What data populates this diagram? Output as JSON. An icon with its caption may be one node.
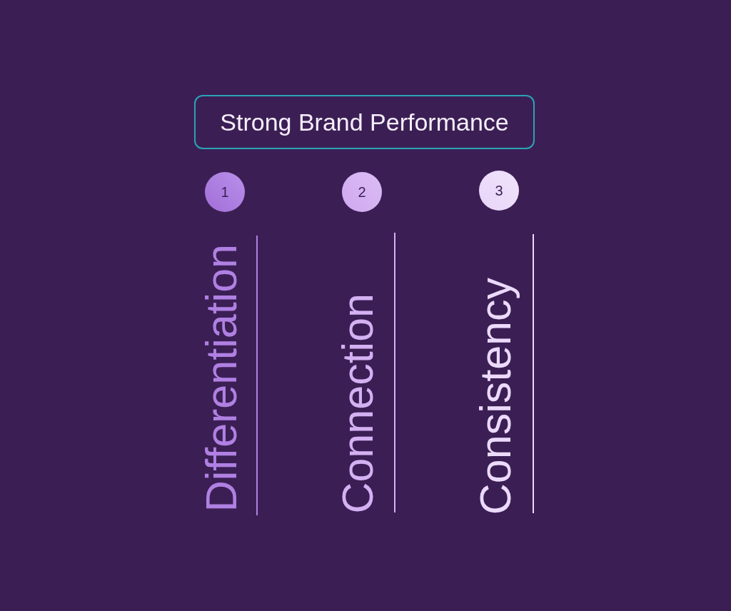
{
  "diagram": {
    "nodes": [
      {
        "text": [
          "Strong Brand Performance"
        ]
      },
      {
        "text": [
          "1"
        ],
        "beside": [
          "Differentiation"
        ]
      },
      {
        "text": [
          "2"
        ],
        "beside": [
          "Connection"
        ]
      },
      {
        "text": [
          "3"
        ],
        "beside": [
          "Consistency"
        ]
      }
    ]
  }
}
